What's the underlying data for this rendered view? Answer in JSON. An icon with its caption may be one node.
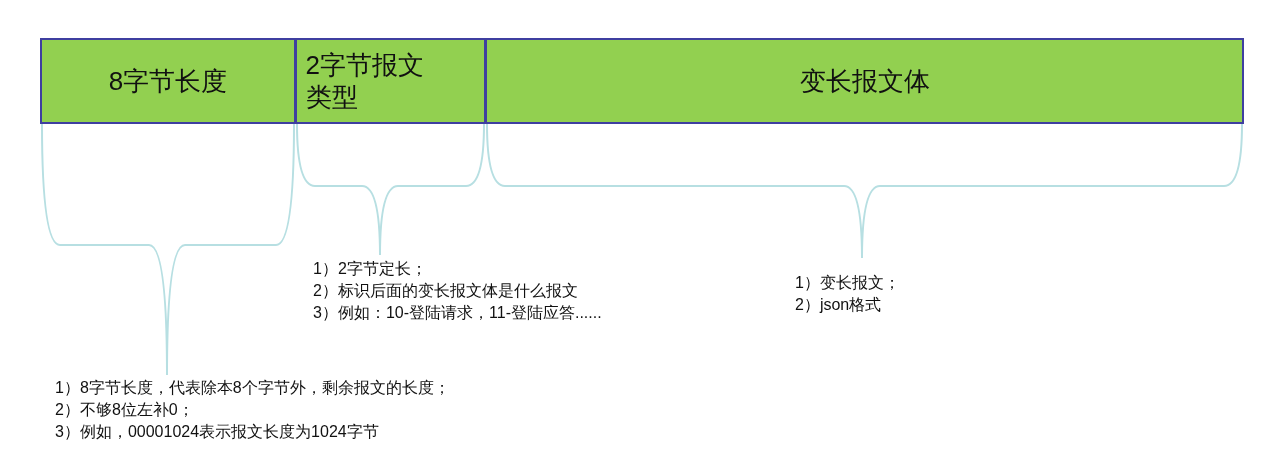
{
  "diagram": {
    "nodes": [
      {
        "text": [
          "8字节长度"
        ],
        "beside": [
          "1）8字节长度，代表除本8个字节外，剩余报文的长度；",
          "2）不够8位左补0；",
          "3）例如，00001024表示报文长度为1024字节"
        ]
      },
      {
        "text": [
          "2字节报文类型"
        ],
        "beside": [
          "1）2字节定长；",
          "2）标识后面的变长报文体是什么报文",
          "3）例如：10-登陆请求，11-登陆应答......"
        ]
      },
      {
        "text": [
          "变长报文体"
        ],
        "beside": [
          "1）变长报文；",
          "2）json格式"
        ]
      }
    ],
    "edges": []
  }
}
